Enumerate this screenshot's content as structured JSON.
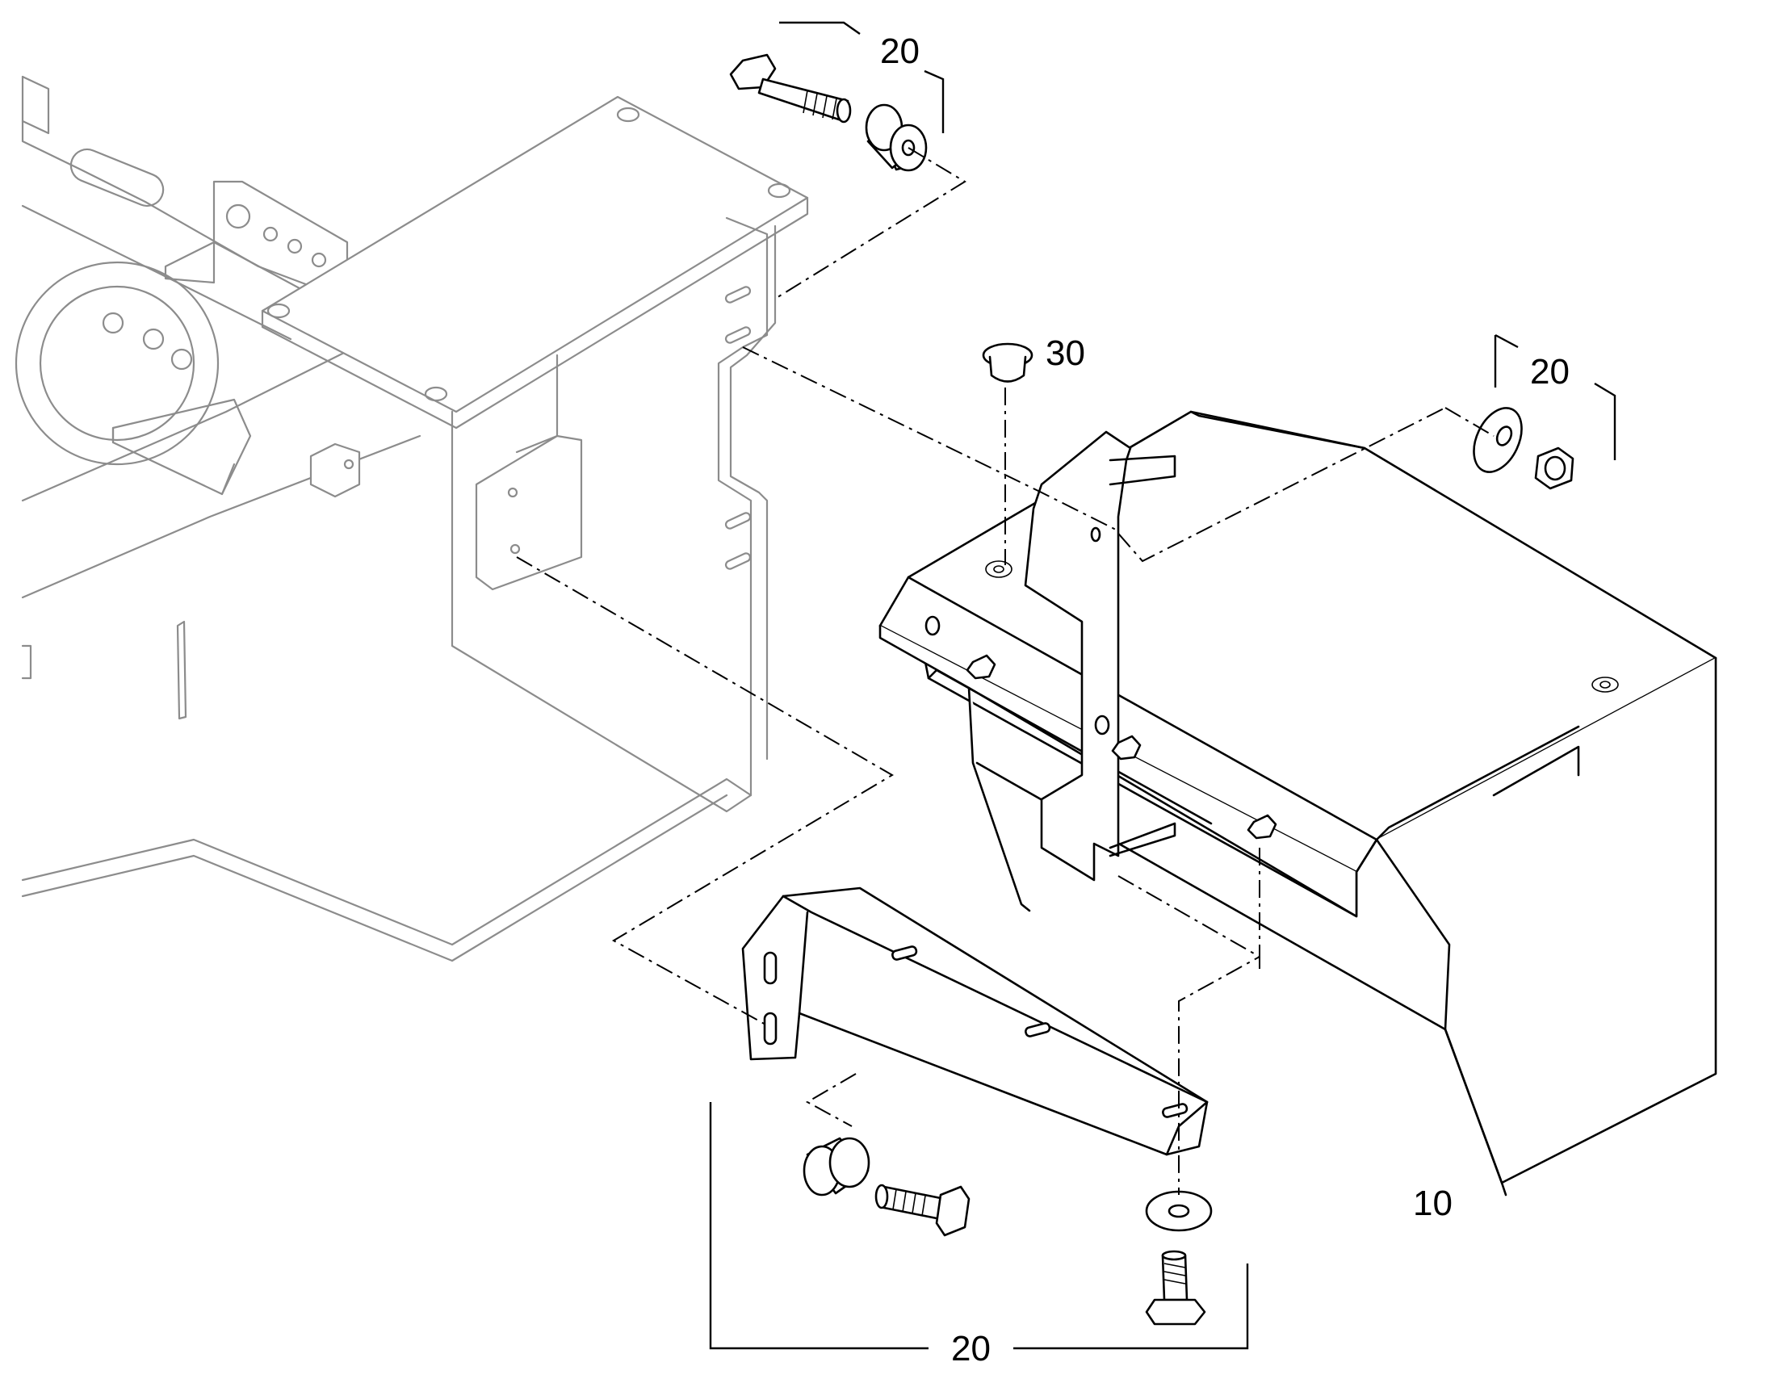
{
  "callouts": {
    "bolt_kit_top": "20",
    "plug": "30",
    "washer_nut_kit": "20",
    "toolbox": "10",
    "bolt_kit_bottom": "20"
  }
}
